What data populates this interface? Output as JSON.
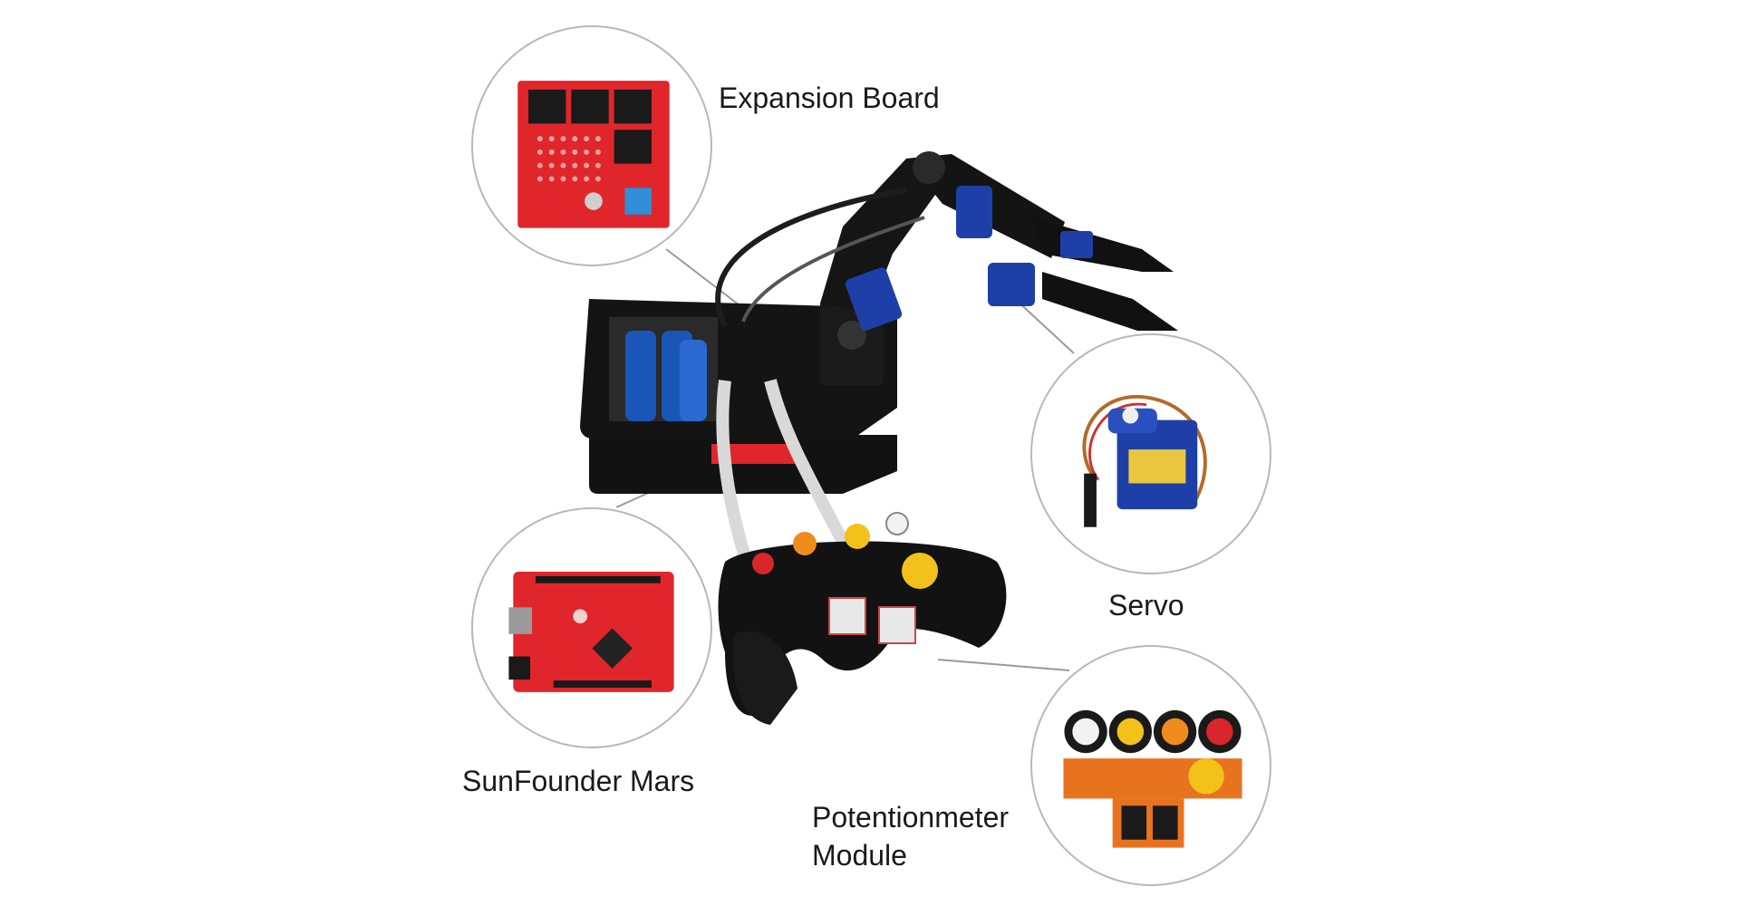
{
  "labels": {
    "expansion_board": "Expansion Board",
    "servo": "Servo",
    "sunfounder_mars": "SunFounder Mars",
    "potentiometer_line1": "Potentionmeter",
    "potentiometer_line2": "Module"
  },
  "icons": {
    "expansion_board": "expansion-board-photo",
    "servo": "servo-photo",
    "mars": "sunfounder-mars-board-photo",
    "potentiometer": "potentiometer-module-photo",
    "robot": "robot-arm-kit-photo"
  },
  "colors": {
    "board_red": "#e0262b",
    "acrylic_black": "#121212",
    "servo_blue": "#1f3fa8",
    "battery_blue": "#1a56b8",
    "knob_yellow": "#f2c21b",
    "knob_orange": "#f08c1c",
    "knob_red": "#d8262a",
    "knob_white": "#f2f2f2",
    "pcb_orange": "#e8731f",
    "circle_border": "#b8b8b8",
    "leader_line": "#9a9a9a"
  }
}
